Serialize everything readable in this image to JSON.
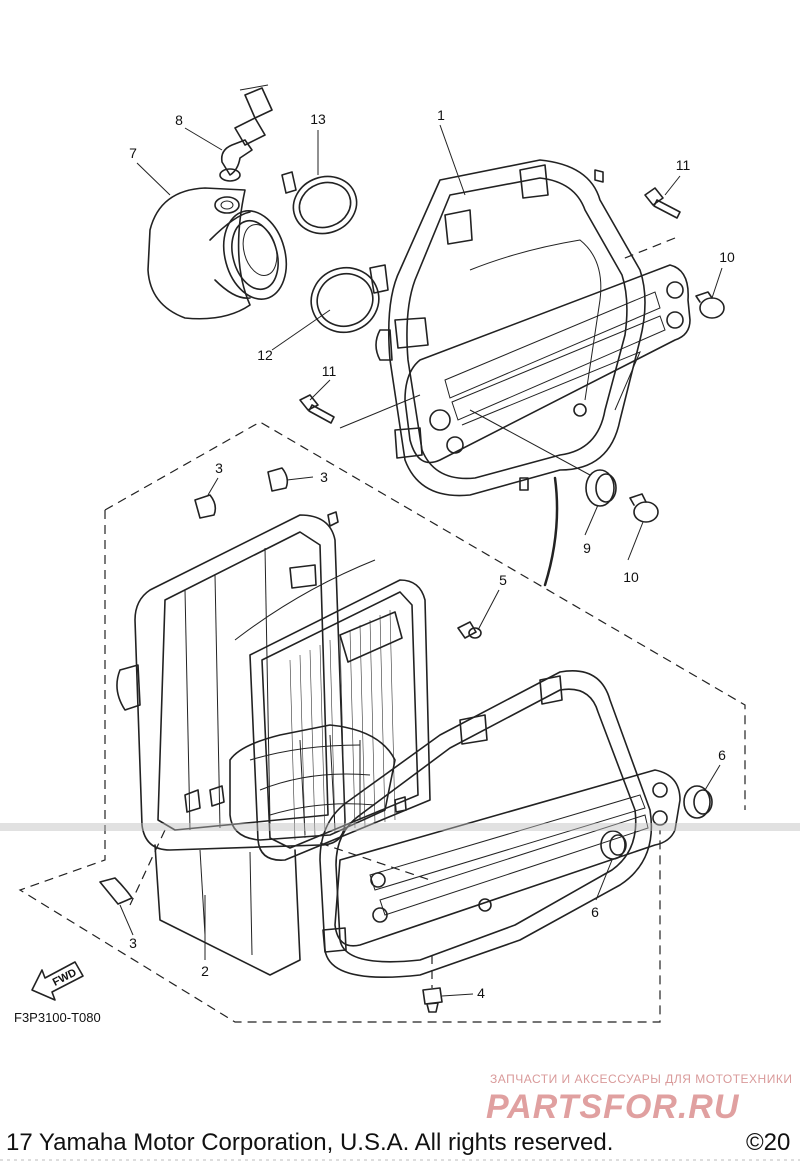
{
  "diagram_code": "F3P3100-T080",
  "fwd_label": "FWD",
  "callouts": {
    "c1": "1",
    "c2": "2",
    "c3a": "3",
    "c3b": "3",
    "c3c": "3",
    "c4": "4",
    "c5": "5",
    "c6a": "6",
    "c6b": "6",
    "c7": "7",
    "c8": "8",
    "c9": "9",
    "c10a": "10",
    "c10b": "10",
    "c11a": "11",
    "c11b": "11",
    "c12": "12",
    "c13": "13"
  },
  "watermark": {
    "tagline": "ЗАПЧАСТИ И АКСЕССУАРЫ ДЛЯ МОТОТЕХНИКИ",
    "brand": "PARTSFOR.RU"
  },
  "footer": {
    "copyright": "17 Yamaha Motor Corporation, U.S.A. All rights reserved.",
    "copyright_short": "©20"
  }
}
